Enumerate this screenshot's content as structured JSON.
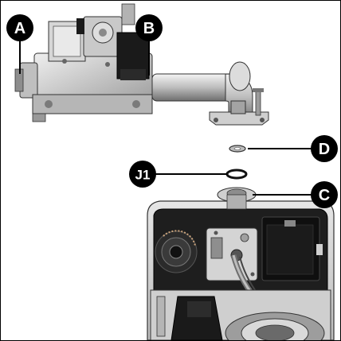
{
  "callouts": [
    {
      "id": "A",
      "label": "A"
    },
    {
      "id": "B",
      "label": "B"
    },
    {
      "id": "C",
      "label": "C"
    },
    {
      "id": "D",
      "label": "D"
    },
    {
      "id": "J1",
      "label": "J1"
    }
  ],
  "colors": {
    "badge": "#000000",
    "badge_text": "#ffffff",
    "line": "#000000",
    "metal_light": "#d9d9d9",
    "metal_mid": "#a8a8a8",
    "metal_dark": "#5a5a5a",
    "housing_dark": "#1c1c1c"
  },
  "icons": {
    "gas_valve": "gas-valve-assembly",
    "washer": "washer-seal",
    "o_ring": "o-ring-seal",
    "boiler_unit": "boiler-housing"
  }
}
